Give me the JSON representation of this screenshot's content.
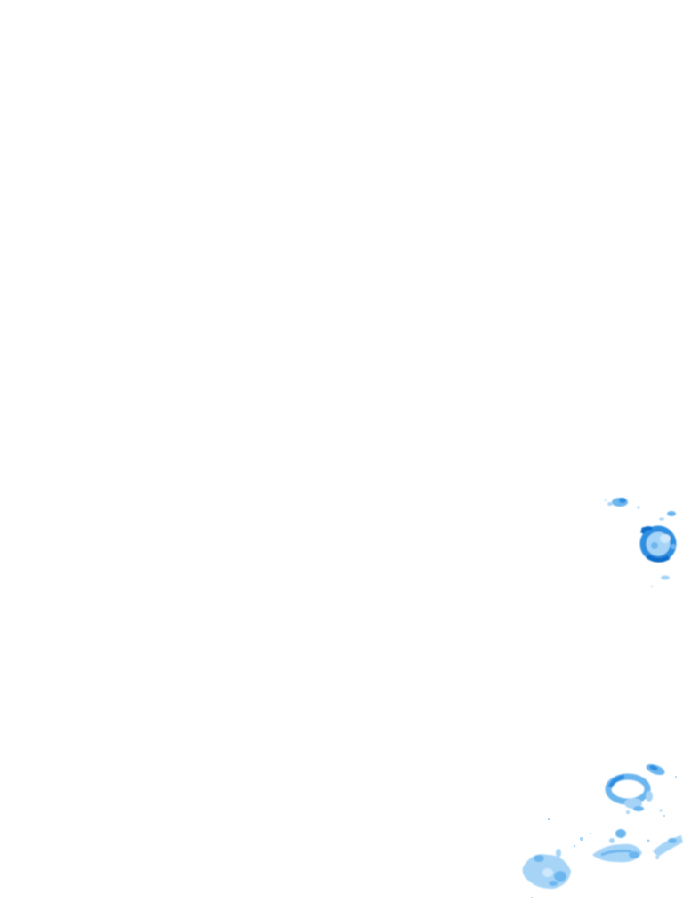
{
  "map": {
    "layer": "precipitation-radar-overlay",
    "background_color": "#ffffff",
    "intensity_palette": {
      "very_light": "#cfe8fb",
      "light": "#a6d4f7",
      "moderate": "#6cb6ef",
      "heavy": "#2f8ee0",
      "very_heavy": "#0c6cc8"
    },
    "echo_clusters": [
      "north-cell-small",
      "north-cell-ring",
      "north-cell-fragment",
      "south-cell-ring",
      "south-cell-cap",
      "south-band-center",
      "south-band-east",
      "south-cell-southwest",
      "south-specks"
    ]
  }
}
